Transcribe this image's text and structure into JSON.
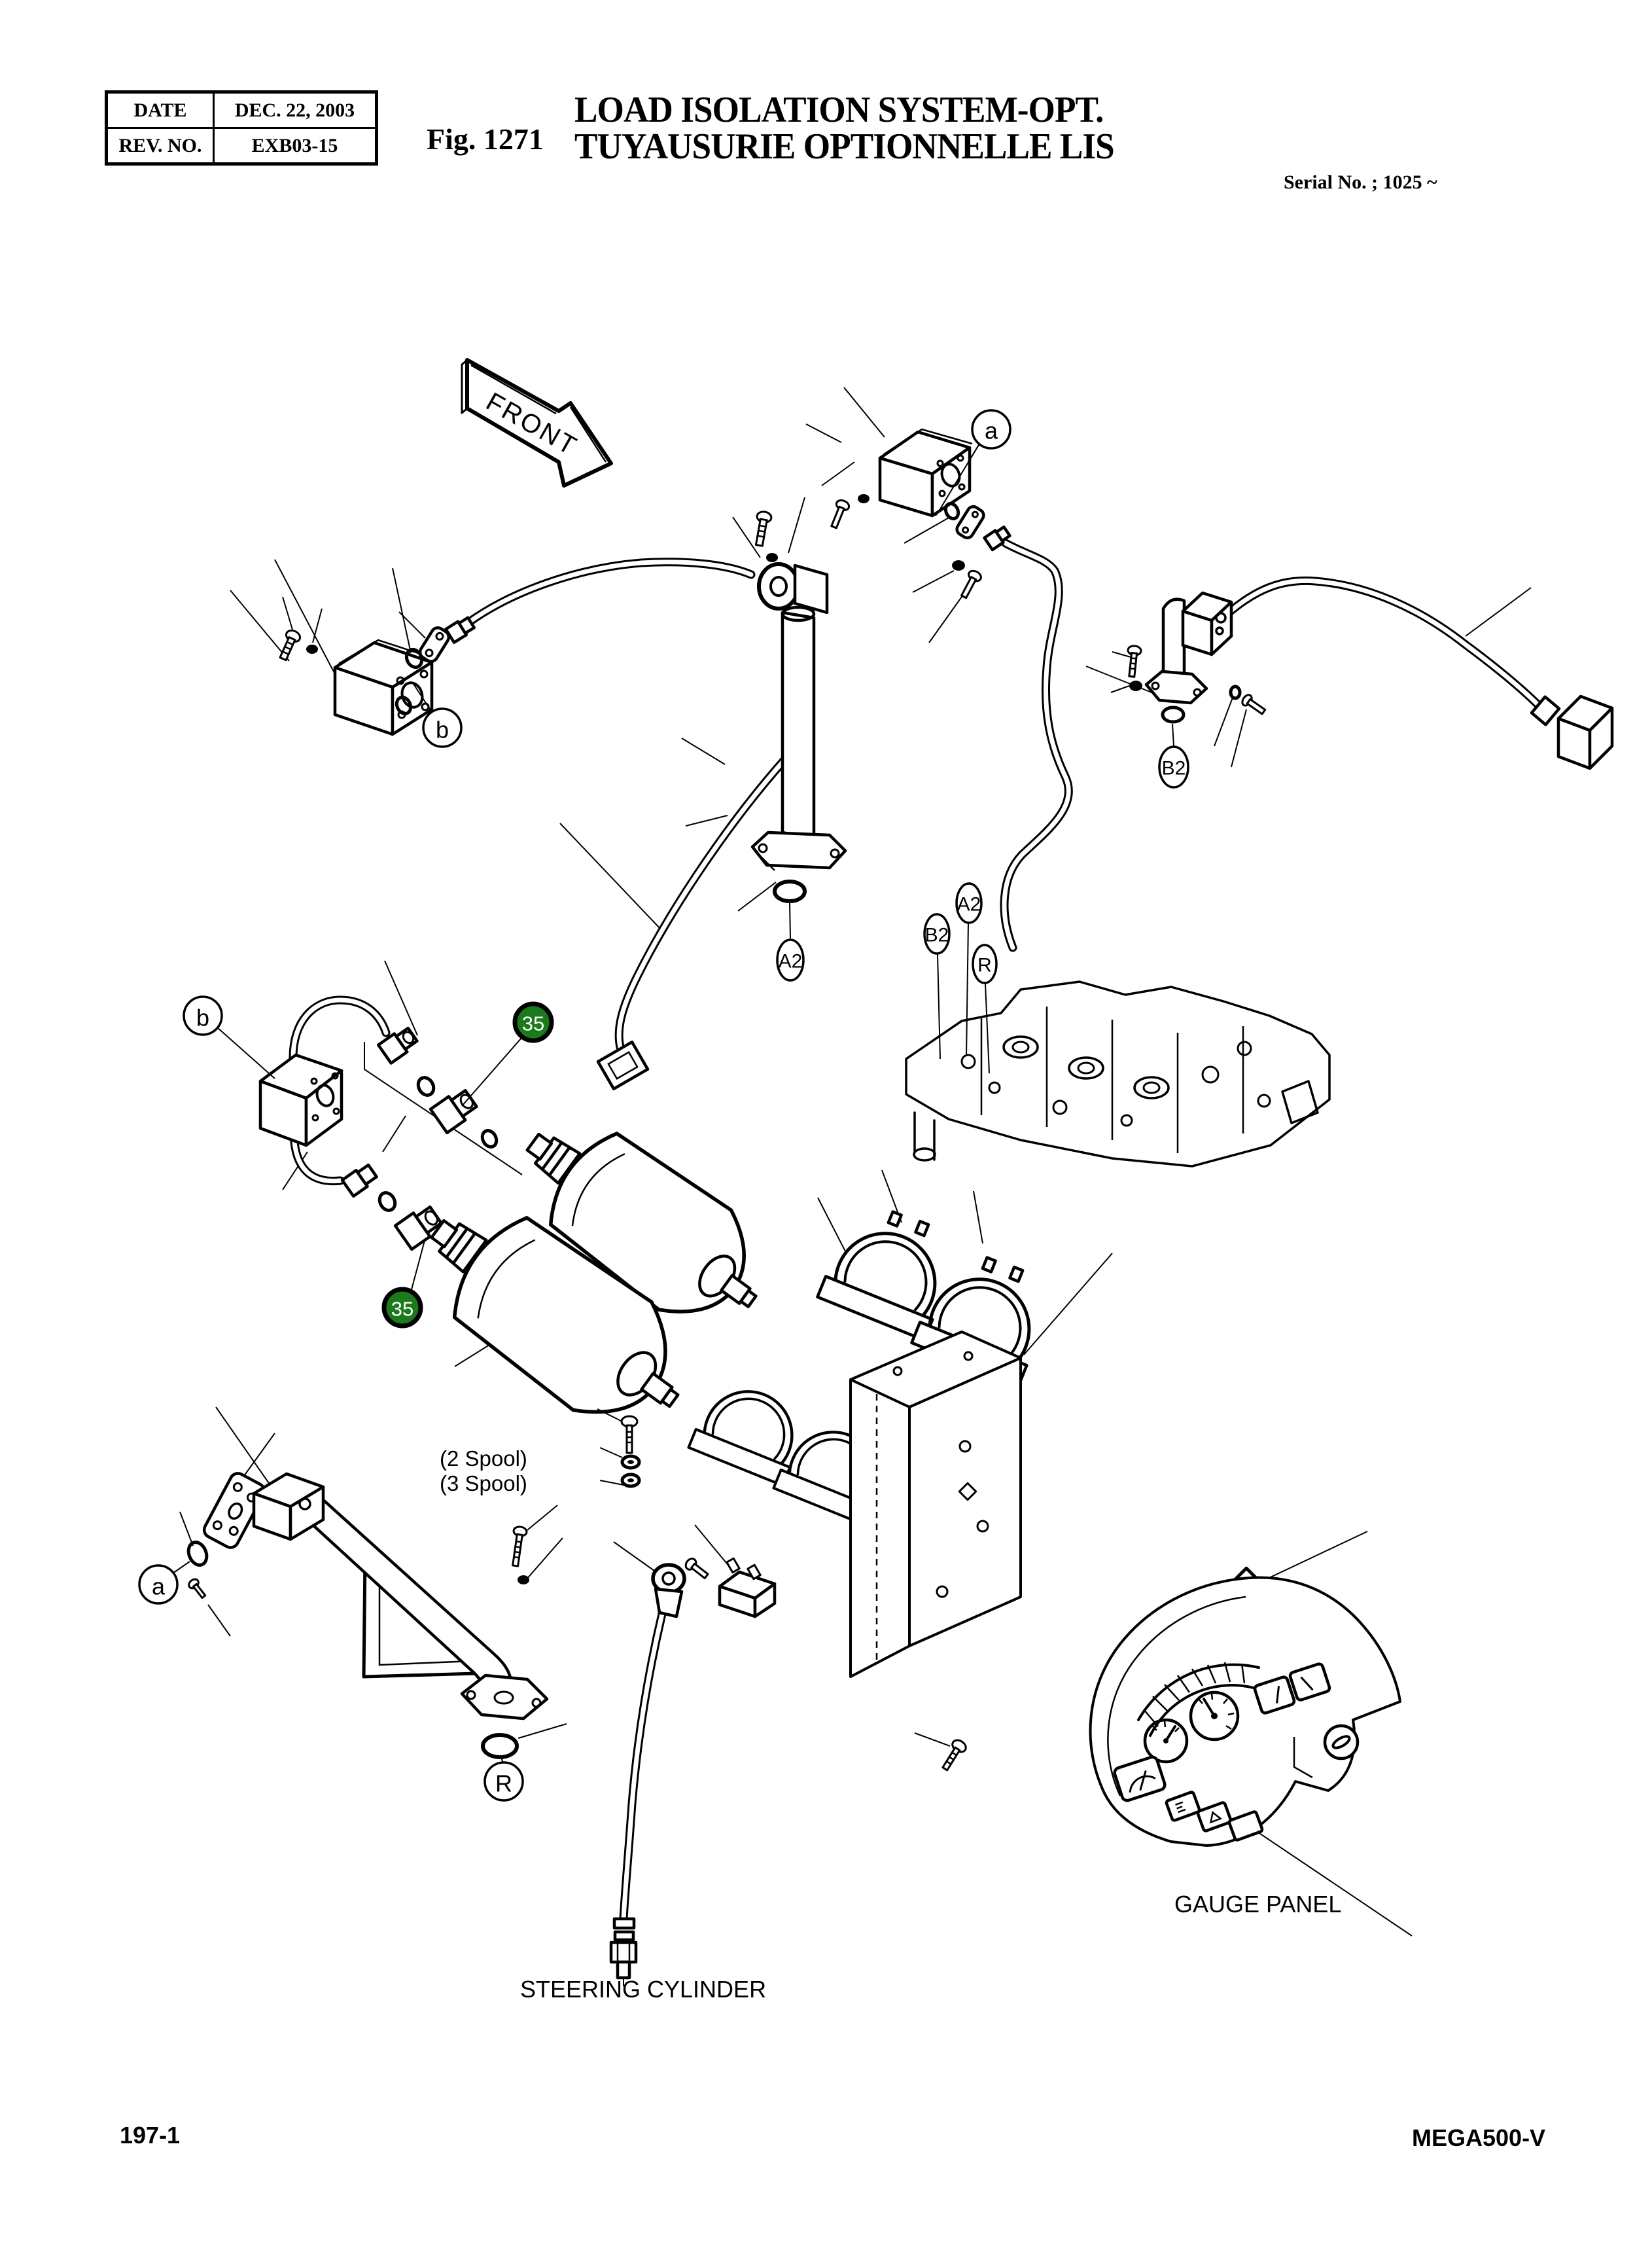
{
  "header": {
    "info_table": {
      "rows": [
        {
          "label": "DATE",
          "value": "DEC. 22, 2003"
        },
        {
          "label": "REV. NO.",
          "value": "EXB03-15"
        }
      ]
    },
    "figure_label": "Fig. 1271",
    "title_line1": "LOAD ISOLATION SYSTEM-OPT.",
    "title_line2": "TUYAUSURIE OPTIONNELLE LIS",
    "serial_no": "Serial No. ; 1025 ~"
  },
  "footer": {
    "page_number": "197-1",
    "model": "MEGA500-V"
  },
  "diagram": {
    "direction_label": "FRONT",
    "labels": {
      "spool_2": "(2 Spool)",
      "spool_3": "(3 Spool)",
      "steering_cylinder": "STEERING CYLINDER",
      "gauge_panel": "GAUGE PANEL"
    },
    "callouts": [
      {
        "id": "port-a-top",
        "text": "a"
      },
      {
        "id": "port-b-upper-left",
        "text": "b"
      },
      {
        "id": "port-b2-stand",
        "text": "B2"
      },
      {
        "id": "port-a2-tube",
        "text": "A2"
      },
      {
        "id": "port-b2-valve",
        "text": "B2"
      },
      {
        "id": "port-a2-valve",
        "text": "A2"
      },
      {
        "id": "port-r-valve",
        "text": "R"
      },
      {
        "id": "port-b-elbow",
        "text": "b"
      },
      {
        "id": "port-a-bracket",
        "text": "a"
      },
      {
        "id": "port-r-foot",
        "text": "R"
      }
    ],
    "part_badges": [
      {
        "id": "item-35-upper",
        "text": "35"
      },
      {
        "id": "item-35-lower",
        "text": "35"
      }
    ],
    "colors": {
      "badge_green": "#1b7a1b",
      "ink": "#000000",
      "paper": "#ffffff"
    }
  }
}
